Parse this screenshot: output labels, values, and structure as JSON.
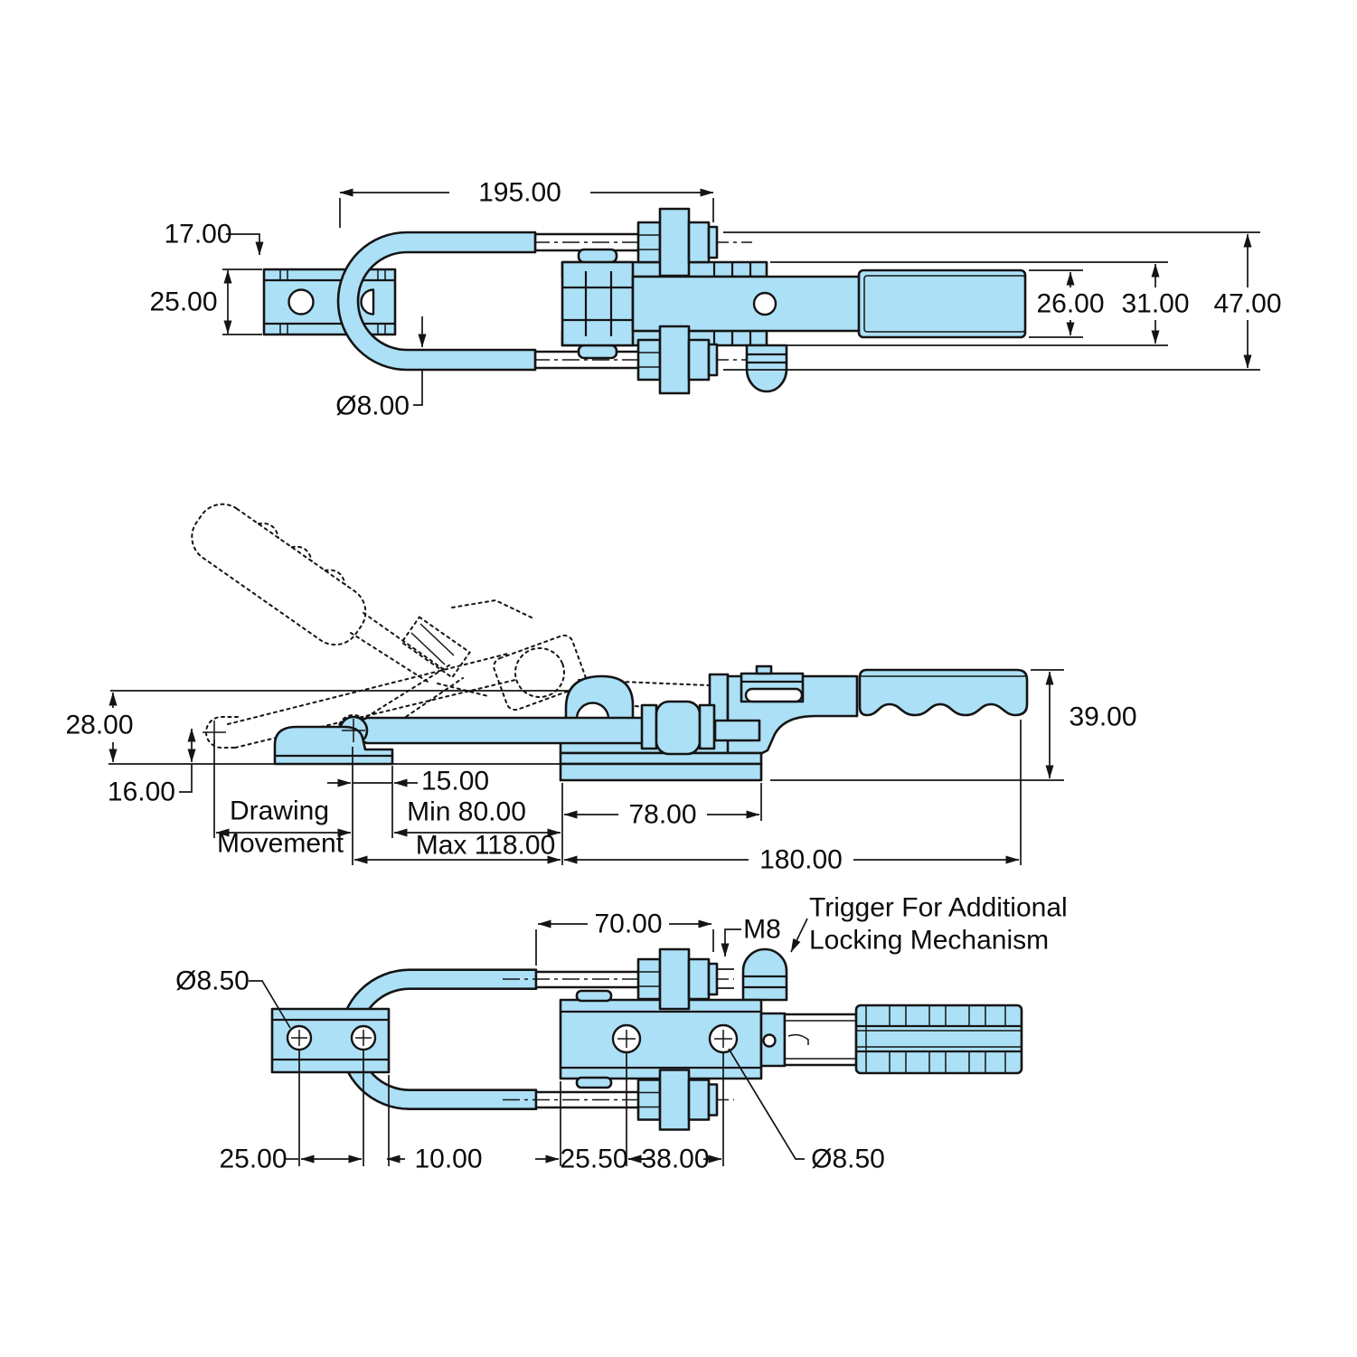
{
  "title": "Toggle Latch Clamp Technical Drawing",
  "colors": {
    "part_fill": "#ACE0F6",
    "line": "#141414",
    "background": "#ffffff"
  },
  "views": {
    "top": {
      "name": "top-view",
      "dims": {
        "d195": "195.00",
        "d17": "17.00",
        "d25": "25.00",
        "d8": "Ø8.00",
        "d26": "26.00",
        "d31": "31.00",
        "d47": "47.00"
      }
    },
    "side": {
      "name": "side-view",
      "dims": {
        "d28": "28.00",
        "d16": "16.00",
        "d15": "15.00",
        "dmin": "Min 80.00",
        "dmax": "Max 118.00",
        "d78": "78.00",
        "d180": "180.00",
        "d39": "39.00"
      },
      "labels": {
        "movement1": "Drawing",
        "movement2": "Movement"
      }
    },
    "bottom": {
      "name": "bottom-view",
      "dims": {
        "d850_left": "Ø8.50",
        "d70": "70.00",
        "m8": "M8",
        "d25": "25.00",
        "d10": "10.00",
        "d2550": "25.50",
        "d38": "38.00",
        "d850_right": "Ø8.50"
      },
      "labels": {
        "trigger1": "Trigger For Additional",
        "trigger2": "Locking Mechanism"
      }
    }
  }
}
